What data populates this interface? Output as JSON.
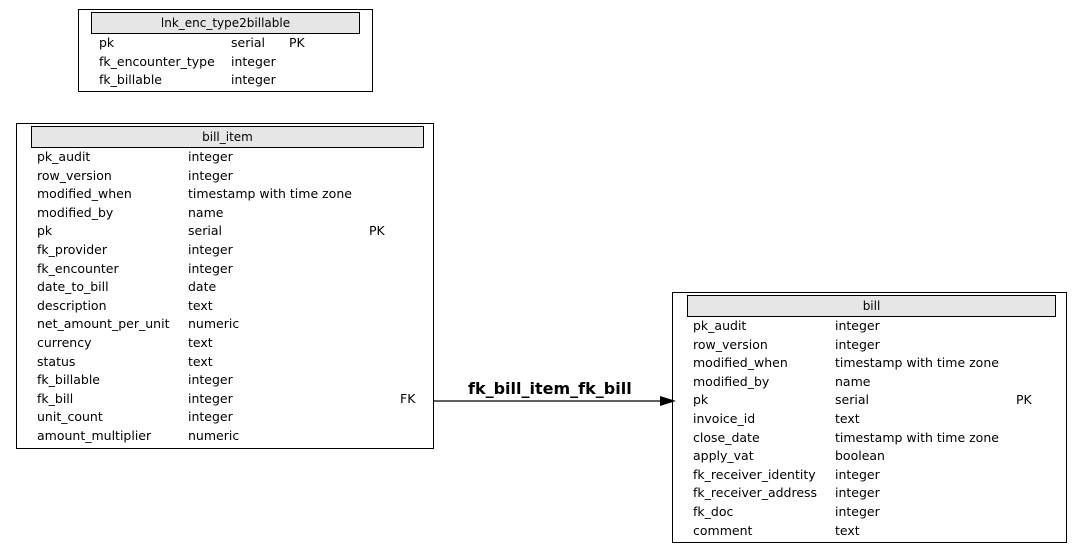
{
  "tables": {
    "lnk": {
      "name": "lnk_enc_type2billable",
      "columns": [
        {
          "name": "pk",
          "type": "serial",
          "key": "PK"
        },
        {
          "name": "fk_encounter_type",
          "type": "integer",
          "key": ""
        },
        {
          "name": "fk_billable",
          "type": "integer",
          "key": ""
        }
      ]
    },
    "bill_item": {
      "name": "bill_item",
      "columns": [
        {
          "name": "pk_audit",
          "type": "integer",
          "key": ""
        },
        {
          "name": "row_version",
          "type": "integer",
          "key": ""
        },
        {
          "name": "modified_when",
          "type": "timestamp with time zone",
          "key": ""
        },
        {
          "name": "modified_by",
          "type": "name",
          "key": ""
        },
        {
          "name": "pk",
          "type": "serial",
          "key": "PK"
        },
        {
          "name": "fk_provider",
          "type": "integer",
          "key": ""
        },
        {
          "name": "fk_encounter",
          "type": "integer",
          "key": ""
        },
        {
          "name": "date_to_bill",
          "type": "date",
          "key": ""
        },
        {
          "name": "description",
          "type": "text",
          "key": ""
        },
        {
          "name": "net_amount_per_unit",
          "type": "numeric",
          "key": ""
        },
        {
          "name": "currency",
          "type": "text",
          "key": ""
        },
        {
          "name": "status",
          "type": "text",
          "key": ""
        },
        {
          "name": "fk_billable",
          "type": "integer",
          "key": ""
        },
        {
          "name": "fk_bill",
          "type": "integer",
          "key": "FK"
        },
        {
          "name": "unit_count",
          "type": "integer",
          "key": ""
        },
        {
          "name": "amount_multiplier",
          "type": "numeric",
          "key": ""
        }
      ]
    },
    "bill": {
      "name": "bill",
      "columns": [
        {
          "name": "pk_audit",
          "type": "integer",
          "key": ""
        },
        {
          "name": "row_version",
          "type": "integer",
          "key": ""
        },
        {
          "name": "modified_when",
          "type": "timestamp with time zone",
          "key": ""
        },
        {
          "name": "modified_by",
          "type": "name",
          "key": ""
        },
        {
          "name": "pk",
          "type": "serial",
          "key": "PK"
        },
        {
          "name": "invoice_id",
          "type": "text",
          "key": ""
        },
        {
          "name": "close_date",
          "type": "timestamp with time zone",
          "key": ""
        },
        {
          "name": "apply_vat",
          "type": "boolean",
          "key": ""
        },
        {
          "name": "fk_receiver_identity",
          "type": "integer",
          "key": ""
        },
        {
          "name": "fk_receiver_address",
          "type": "integer",
          "key": ""
        },
        {
          "name": "fk_doc",
          "type": "integer",
          "key": ""
        },
        {
          "name": "comment",
          "type": "text",
          "key": ""
        }
      ]
    }
  },
  "relations": [
    {
      "name": "fk_bill_item_fk_bill",
      "from": "bill_item.fk_bill",
      "to": "bill.pk"
    }
  ]
}
